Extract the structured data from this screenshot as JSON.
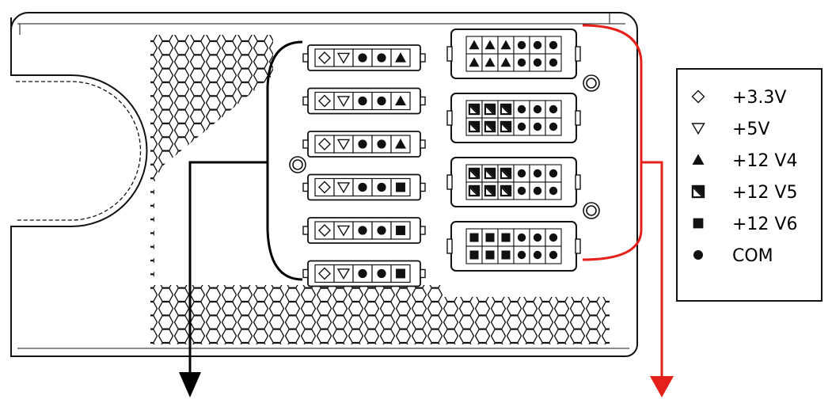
{
  "colors": {
    "line": "#111111",
    "accent": "#e4221b",
    "panel_bg": "#ffffff"
  },
  "legend": {
    "items": [
      {
        "symbol": "diamond-outline",
        "label": "+3.3V"
      },
      {
        "symbol": "triangle-down-outline",
        "label": "+5V"
      },
      {
        "symbol": "triangle-up-filled",
        "label": "+12 V4"
      },
      {
        "symbol": "half-square",
        "label": "+12 V5"
      },
      {
        "symbol": "square-filled",
        "label": "+12 V6"
      },
      {
        "symbol": "circle-filled",
        "label": "COM"
      }
    ]
  },
  "small_connectors": [
    {
      "pins": [
        "diamond-outline",
        "triangle-down-outline",
        "circle-filled",
        "circle-filled",
        "triangle-up-filled"
      ]
    },
    {
      "pins": [
        "diamond-outline",
        "triangle-down-outline",
        "circle-filled",
        "circle-filled",
        "triangle-up-filled"
      ]
    },
    {
      "pins": [
        "diamond-outline",
        "triangle-down-outline",
        "circle-filled",
        "circle-filled",
        "triangle-up-filled"
      ]
    },
    {
      "pins": [
        "diamond-outline",
        "triangle-down-outline",
        "circle-filled",
        "circle-filled",
        "square-filled"
      ]
    },
    {
      "pins": [
        "diamond-outline",
        "triangle-down-outline",
        "circle-filled",
        "circle-filled",
        "square-filled"
      ]
    },
    {
      "pins": [
        "diamond-outline",
        "triangle-down-outline",
        "circle-filled",
        "circle-filled",
        "square-filled"
      ]
    }
  ],
  "large_connectors": [
    {
      "rows": [
        [
          "triangle-up-filled",
          "triangle-up-filled",
          "triangle-up-filled",
          "circle-filled",
          "circle-filled",
          "circle-filled"
        ],
        [
          "triangle-up-filled",
          "triangle-up-filled",
          "triangle-up-filled",
          "circle-filled",
          "circle-filled",
          "circle-filled"
        ]
      ]
    },
    {
      "rows": [
        [
          "half-square",
          "half-square",
          "half-square",
          "circle-filled",
          "circle-filled",
          "circle-filled"
        ],
        [
          "half-square",
          "half-square",
          "half-square",
          "circle-filled",
          "circle-filled",
          "circle-filled"
        ]
      ]
    },
    {
      "rows": [
        [
          "half-square",
          "half-square",
          "half-square",
          "circle-filled",
          "circle-filled",
          "circle-filled"
        ],
        [
          "half-square",
          "half-square",
          "half-square",
          "circle-filled",
          "circle-filled",
          "circle-filled"
        ]
      ]
    },
    {
      "rows": [
        [
          "square-filled",
          "square-filled",
          "square-filled",
          "circle-filled",
          "circle-filled",
          "circle-filled"
        ],
        [
          "square-filled",
          "square-filled",
          "square-filled",
          "circle-filled",
          "circle-filled",
          "circle-filled"
        ]
      ]
    }
  ]
}
